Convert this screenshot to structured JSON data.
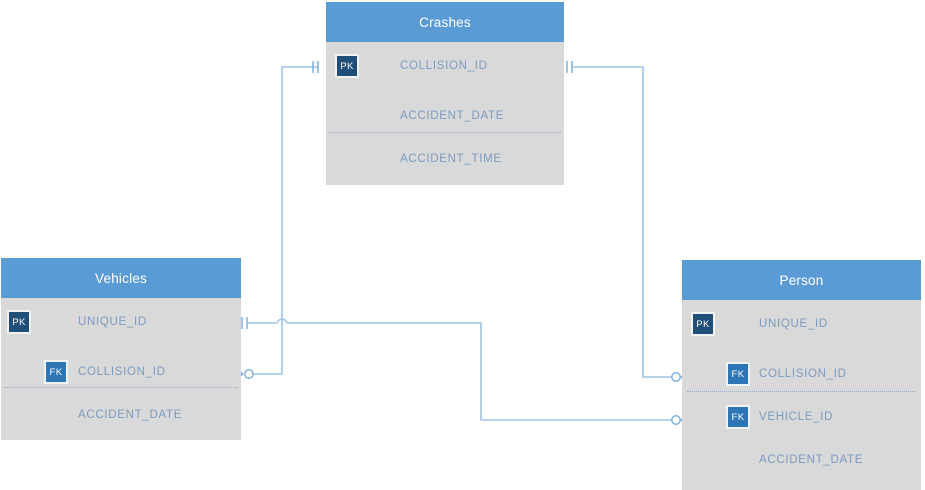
{
  "diagram": {
    "type": "entity-relationship-diagram",
    "notation": "crows-foot",
    "colors": {
      "header_blue": "#5B9BD5",
      "body_grey": "#D9D9D9",
      "pk_badge": "#1F4E79",
      "fk_badge": "#2E75B6",
      "attribute_text": "#7C9BC0",
      "connector_line": "#9DC3E6",
      "divider": "#8FAAC9",
      "background": "#FFFFFF"
    },
    "entities": [
      {
        "id": "crashes",
        "title": "Crashes",
        "attributes": [
          {
            "key": "PK",
            "name": "COLLISION_ID"
          },
          {
            "key": "",
            "name": "ACCIDENT_DATE"
          },
          {
            "key": "",
            "name": "ACCIDENT_TIME"
          }
        ]
      },
      {
        "id": "vehicles",
        "title": "Vehicles",
        "attributes": [
          {
            "key": "PK",
            "name": "UNIQUE_ID"
          },
          {
            "key": "FK",
            "name": "COLLISION_ID"
          },
          {
            "key": "",
            "name": "ACCIDENT_DATE"
          }
        ]
      },
      {
        "id": "person",
        "title": "Person",
        "attributes": [
          {
            "key": "PK",
            "name": "UNIQUE_ID"
          },
          {
            "key": "FK",
            "name": "COLLISION_ID"
          },
          {
            "key": "FK",
            "name": "VEHICLE_ID"
          },
          {
            "key": "",
            "name": "ACCIDENT_DATE"
          }
        ]
      }
    ],
    "relationships": [
      {
        "id": "crashes-to-vehicles",
        "from_entity": "Crashes",
        "from_attribute": "COLLISION_ID",
        "from_cardinality": "one",
        "to_entity": "Vehicles",
        "to_attribute": "COLLISION_ID",
        "to_cardinality": "zero-or-many"
      },
      {
        "id": "crashes-to-person",
        "from_entity": "Crashes",
        "from_attribute": "COLLISION_ID",
        "from_cardinality": "one",
        "to_entity": "Person",
        "to_attribute": "COLLISION_ID",
        "to_cardinality": "zero-or-many"
      },
      {
        "id": "vehicles-to-person",
        "from_entity": "Vehicles",
        "from_attribute": "UNIQUE_ID",
        "from_cardinality": "one",
        "to_entity": "Person",
        "to_attribute": "VEHICLE_ID",
        "to_cardinality": "zero-or-many"
      }
    ]
  }
}
